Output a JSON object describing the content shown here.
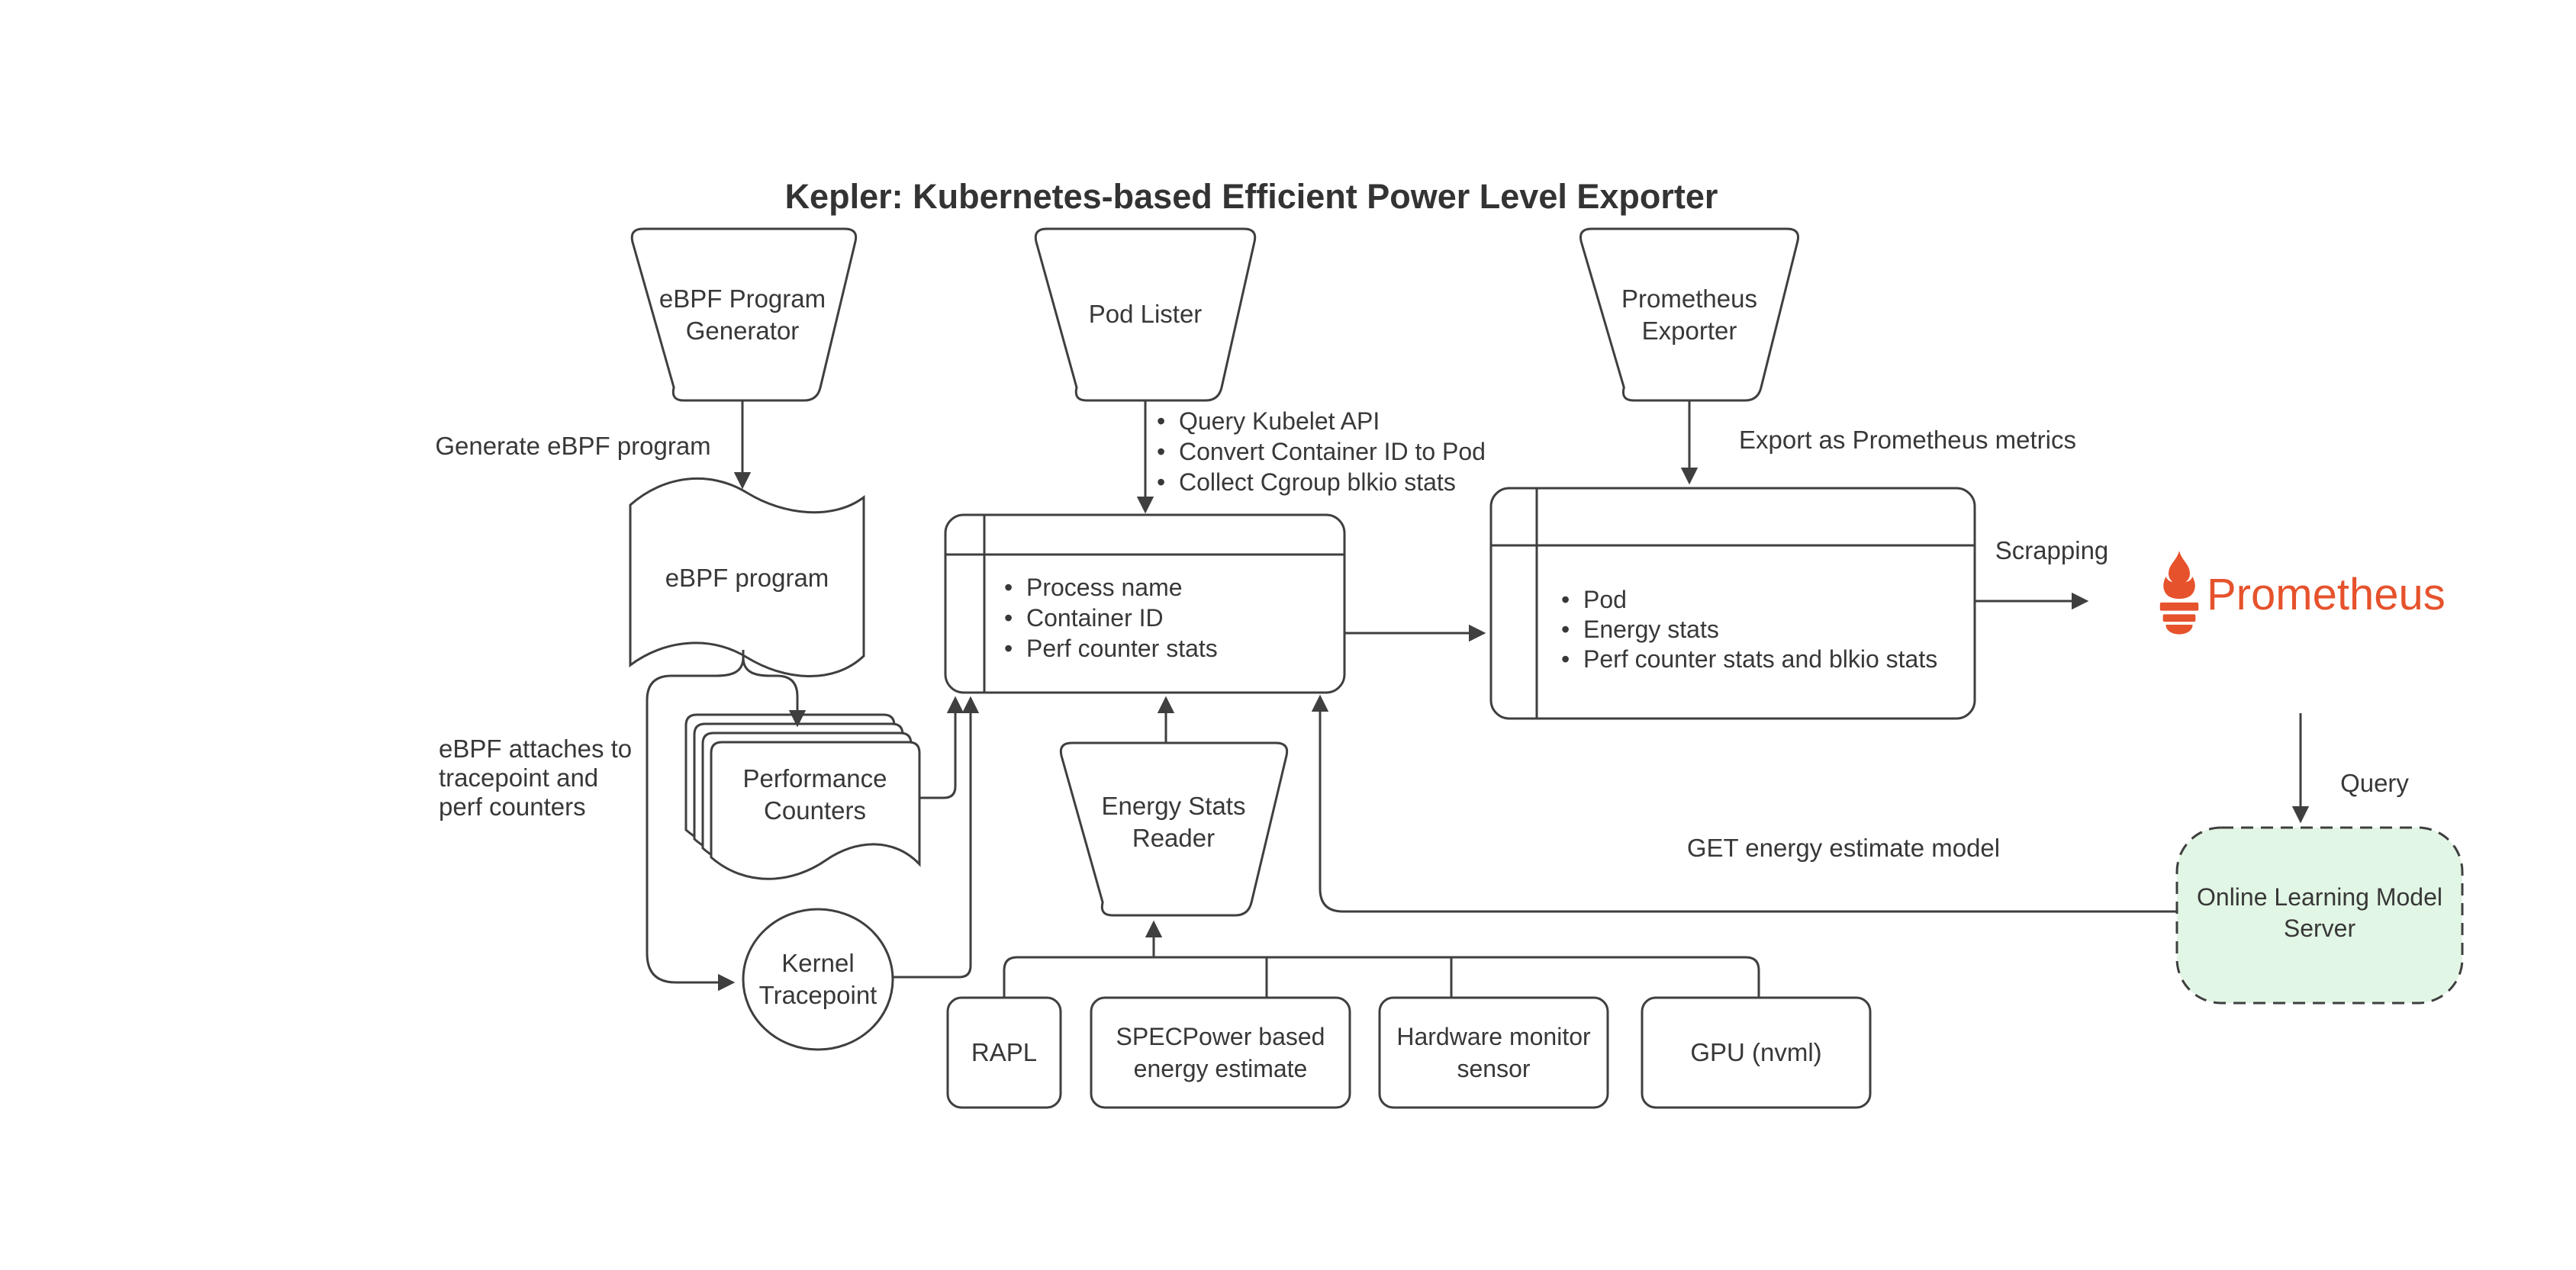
{
  "title": "Kepler: Kubernetes-based Efficient Power Level Exporter",
  "colors": {
    "stroke": "#3f3f3f",
    "text": "#383838",
    "prometheus_orange": "#E6522C",
    "model_server_fill": "#E2F6E5"
  },
  "nodes": {
    "ebpf_generator": {
      "label": "eBPF Program\nGenerator"
    },
    "pod_lister": {
      "label": "Pod Lister"
    },
    "prometheus_exporter": {
      "label": "Prometheus\nExporter"
    },
    "ebpf_program": {
      "label": "eBPF program"
    },
    "performance_counters": {
      "label": "Performance\nCounters"
    },
    "kernel_tracepoint": {
      "label": "Kernel\nTracepoint"
    },
    "process_table": {
      "items": [
        "Process name",
        "Container ID",
        "Perf counter stats"
      ]
    },
    "pod_table": {
      "items": [
        "Pod",
        "Energy stats",
        "Perf counter stats and blkio stats"
      ]
    },
    "energy_stats_reader": {
      "label": "Energy Stats\nReader"
    },
    "rapl": {
      "label": "RAPL"
    },
    "specpower": {
      "label": "SPECPower based\nenergy estimate"
    },
    "hardware_monitor": {
      "label": "Hardware monitor\nsensor"
    },
    "gpu": {
      "label": "GPU (nvml)"
    },
    "online_model_server": {
      "label": "Online Learning Model\nServer"
    },
    "prometheus_logo": {
      "label": "Prometheus"
    }
  },
  "annotations": {
    "generate_ebpf": "Generate eBPF program",
    "pod_lister_tasks": [
      "Query Kubelet API",
      "Convert Container ID to Pod",
      "Collect Cgroup blkio stats"
    ],
    "export_metrics": "Export as Prometheus metrics",
    "scrapping": "Scrapping",
    "query": "Query",
    "get_model": "GET energy estimate model",
    "ebpf_attaches": "eBPF attaches to\ntracepoint and\nperf counters"
  }
}
